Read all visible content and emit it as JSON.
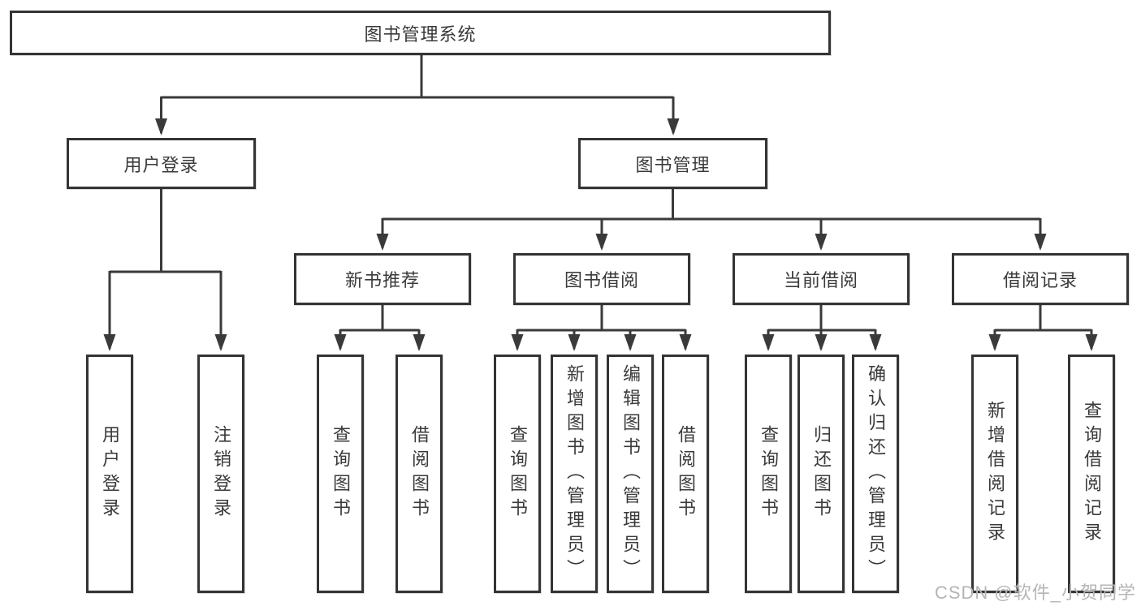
{
  "tree": {
    "root": {
      "label": "图书管理系统"
    },
    "branches": [
      {
        "label": "用户登录",
        "leaves": [
          {
            "label": "用户登录"
          },
          {
            "label": "注销登录"
          }
        ]
      },
      {
        "label": "图书管理",
        "groups": [
          {
            "label": "新书推荐",
            "leaves": [
              {
                "label": "查询图书"
              },
              {
                "label": "借阅图书"
              }
            ]
          },
          {
            "label": "图书借阅",
            "leaves": [
              {
                "label": "查询图书"
              },
              {
                "label": "新增图书（管理员）"
              },
              {
                "label": "编辑图书（管理员）"
              },
              {
                "label": "借阅图书"
              }
            ]
          },
          {
            "label": "当前借阅",
            "leaves": [
              {
                "label": "查询图书"
              },
              {
                "label": "归还图书"
              },
              {
                "label": "确认归还（管理员）"
              }
            ]
          },
          {
            "label": "借阅记录",
            "leaves": [
              {
                "label": "新增借阅记录"
              },
              {
                "label": "查询借阅记录"
              }
            ]
          }
        ]
      }
    ]
  },
  "watermark": {
    "text": "CSDN @软件_小贺同学"
  },
  "colors": {
    "line": "#3a3a3a",
    "text": "#3a3a3a",
    "box_border": "#343434",
    "background": "#ffffff",
    "watermark": "#b5b5b5"
  }
}
